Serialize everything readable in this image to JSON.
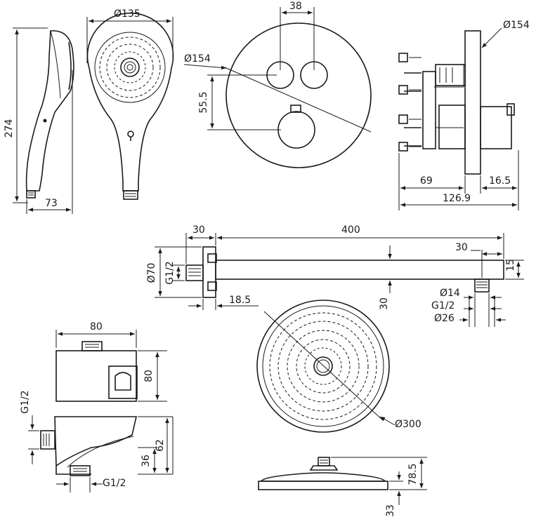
{
  "title": "",
  "dimensions": {
    "hand_height": "274",
    "hand_depth": "73",
    "hand_diameter": "Ø135",
    "valve_spacing": "38",
    "valve_diameter_a": "Ø154",
    "valve_vertical": "55.5",
    "valve_diameter_b": "Ø154",
    "valve_depth_69": "69",
    "valve_depth_16": "16.5",
    "valve_depth_total": "126.9",
    "arm_30": "30",
    "arm_400": "400",
    "arm_30_b": "30",
    "arm_15": "15",
    "arm_d70": "Ø70",
    "arm_g12": "G1/2",
    "arm_30_c": "30",
    "arm_18": "18.5",
    "arm_d14": "Ø14",
    "arm_g12_b": "G1/2",
    "arm_d26": "Ø26",
    "elbow_80w": "80",
    "elbow_80h": "80",
    "elbow_g12": "G1/2",
    "elbow_36": "36",
    "elbow_62": "62",
    "elbow_g12_b": "G1/2",
    "head_d300": "Ø300",
    "head_78": "78.5",
    "head_33": "33"
  }
}
